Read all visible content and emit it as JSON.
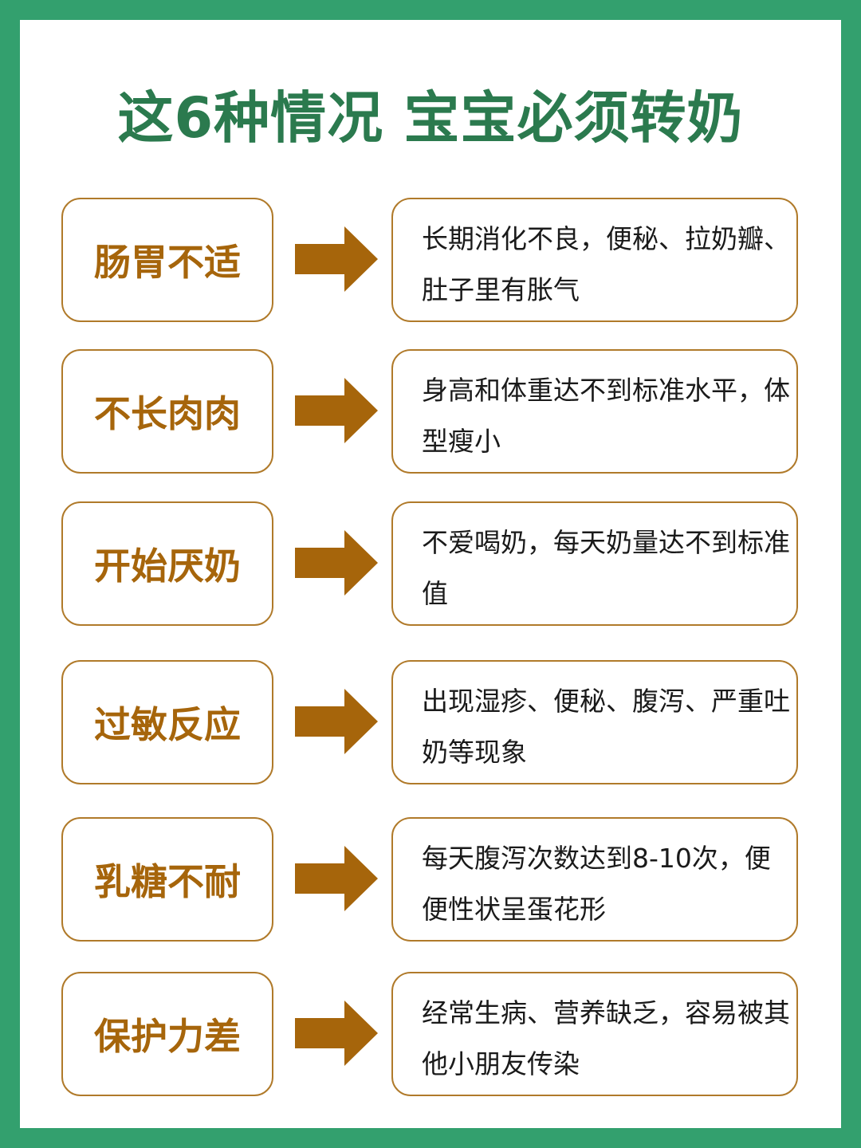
{
  "title": "这6种情况 宝宝必须转奶",
  "colors": {
    "border": "#33a06e",
    "title": "#2b7a4e",
    "accent": "#a6650b"
  },
  "rows": [
    {
      "label": "肠胃不适",
      "desc": "长期消化不良，便秘、拉奶瓣、肚子里有胀气"
    },
    {
      "label": "不长肉肉",
      "desc": "身高和体重达不到标准水平，体型瘦小"
    },
    {
      "label": "开始厌奶",
      "desc": "不爱喝奶，每天奶量达不到标准值"
    },
    {
      "label": "过敏反应",
      "desc": "出现湿疹、便秘、腹泻、严重吐奶等现象"
    },
    {
      "label": "乳糖不耐",
      "desc": "每天腹泻次数达到8-10次，便便性状呈蛋花形"
    },
    {
      "label": "保护力差",
      "desc": "经常生病、营养缺乏，容易被其他小朋友传染"
    }
  ]
}
